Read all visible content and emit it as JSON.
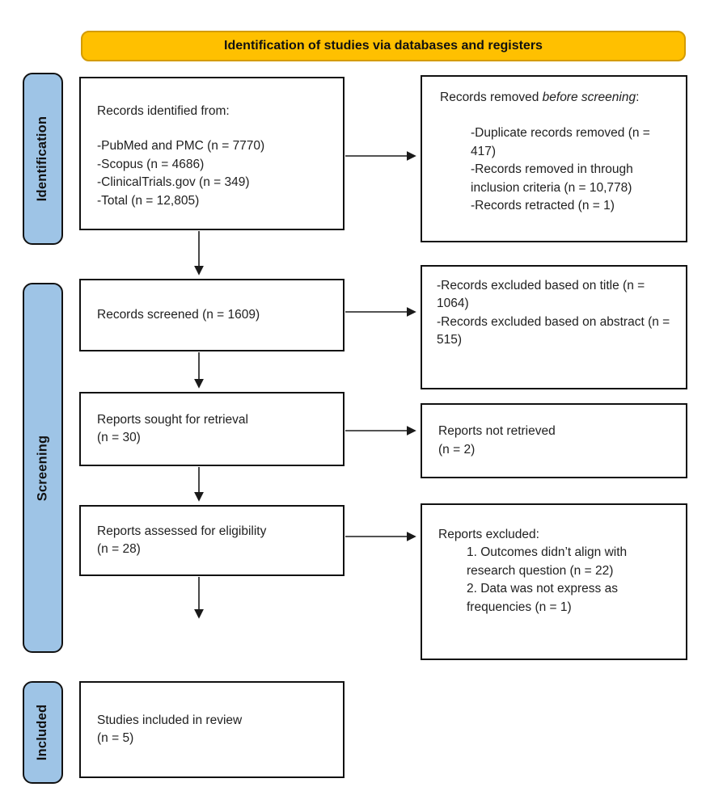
{
  "banner": {
    "title": "Identification of studies via databases and registers"
  },
  "colors": {
    "banner_fill": "#FFC000",
    "banner_border": "#D49B00",
    "stage_fill": "#9EC4E6",
    "box_border": "#111111",
    "arrow": "#1a1a1a"
  },
  "stages": [
    {
      "label": "Identification"
    },
    {
      "label": "Screening"
    },
    {
      "label": "Included"
    }
  ],
  "boxes": {
    "records_identified": {
      "title": "Records identified from:",
      "items": [
        "-PubMed and PMC (n = 7770)",
        "-Scopus (n = 4686)",
        "-ClinicalTrials.gov (n = 349)",
        "-Total (n = 12,805)"
      ]
    },
    "records_removed": {
      "title_pre": "Records removed ",
      "title_italic": "before screening",
      "title_suffix": ":",
      "items": [
        "-Duplicate records removed (n = 417)",
        "-Records removed in through inclusion criteria (n = 10,778)",
        "-Records retracted (n = 1)"
      ]
    },
    "records_screened": {
      "text": "Records screened (n = 1609)"
    },
    "records_excluded_title_abstract": {
      "items": [
        "-Records excluded based on title (n = 1064)",
        "-Records excluded based on abstract (n = 515)"
      ]
    },
    "reports_sought": {
      "line1": "Reports sought for retrieval",
      "line2": "(n = 30)"
    },
    "reports_not_retrieved": {
      "line1": "Reports not retrieved",
      "line2": "(n = 2)"
    },
    "reports_assessed": {
      "line1": "Reports assessed for eligibility",
      "line2": "(n = 28)"
    },
    "reports_excluded": {
      "title": "Reports excluded:",
      "items": [
        "1. Outcomes didn’t align with research question (n = 22)",
        "2. Data was not express as frequencies (n = 1)"
      ]
    },
    "studies_included": {
      "line1": "Studies included in review",
      "line2": "(n = 5)"
    }
  }
}
